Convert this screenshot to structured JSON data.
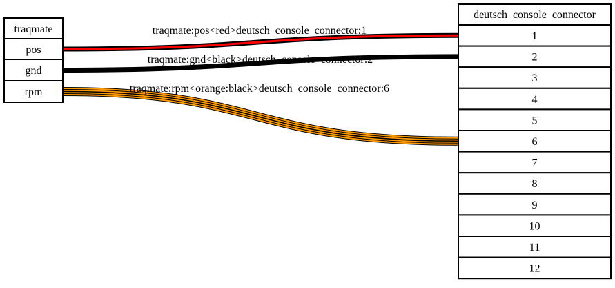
{
  "left_connector": {
    "title": "traqmate",
    "pins": [
      "pos",
      "gnd",
      "rpm"
    ]
  },
  "right_connector": {
    "title": "deutsch_console_connector",
    "pins": [
      "1",
      "2",
      "3",
      "4",
      "5",
      "6",
      "7",
      "8",
      "9",
      "10",
      "11",
      "12"
    ]
  },
  "wires": [
    {
      "from_pin": "pos",
      "to_pin": "1",
      "label": "traqmate:pos<red>deutsch_console_connector:1",
      "colors": [
        "#ff0000"
      ]
    },
    {
      "from_pin": "gnd",
      "to_pin": "2",
      "label": "traqmate:gnd<black>deutsch_console_connector:2",
      "colors": [
        "#000000"
      ]
    },
    {
      "from_pin": "rpm",
      "to_pin": "6",
      "label": "traqmate:rpm<orange:black>deutsch_console_connector:6",
      "colors": [
        "#ff9900",
        "#000000"
      ]
    }
  ]
}
